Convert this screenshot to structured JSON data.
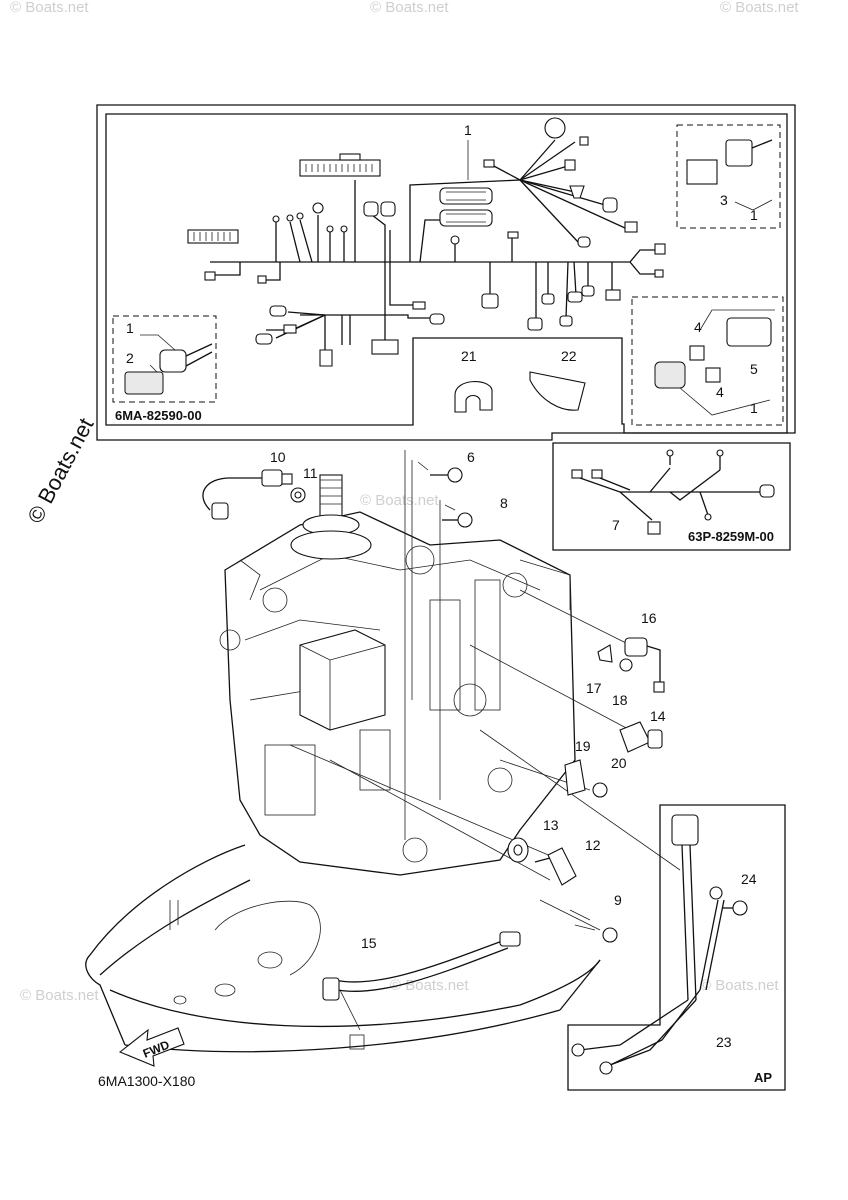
{
  "diagram": {
    "subassembly_codes": {
      "harness_main": "6MA-82590-00",
      "harness_sub": "63P-8259M-00",
      "ap": "AP"
    },
    "drawing_number": "6MA1300-X180",
    "direction_label": "FWD",
    "watermark": "© Boats.net",
    "part_labels": {
      "p1_main": "1",
      "p1_a": "1",
      "p1_b": "1",
      "p1_c": "1",
      "p2": "2",
      "p3": "3",
      "p4_a": "4",
      "p4_b": "4",
      "p5": "5",
      "p6": "6",
      "p7": "7",
      "p8": "8",
      "p9": "9",
      "p10": "10",
      "p11": "11",
      "p12": "12",
      "p13": "13",
      "p14": "14",
      "p15": "15",
      "p16": "16",
      "p17": "17",
      "p18": "18",
      "p19": "19",
      "p20": "20",
      "p21": "21",
      "p22": "22",
      "p23": "23",
      "p24": "24"
    }
  }
}
